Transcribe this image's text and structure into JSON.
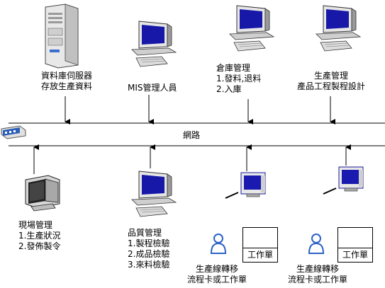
{
  "network": {
    "label": "網路"
  },
  "nodes": {
    "db_server": {
      "lines": [
        "資料庫伺服器",
        "存放生產資料"
      ]
    },
    "mis": {
      "lines": [
        "MIS管理人員"
      ]
    },
    "warehouse": {
      "lines": [
        "倉庫管理",
        "1.發料,退料",
        "2.入庫"
      ]
    },
    "production_mgmt": {
      "lines": [
        "生產管理",
        "產品工程製程設計"
      ]
    },
    "site_mgmt": {
      "lines": [
        "現場管理",
        "1.生產狀況",
        "2.發佈製令"
      ]
    },
    "quality": {
      "lines": [
        "品質管理",
        "1.製程檢驗",
        "2.成品檢驗",
        "3.來料檢驗"
      ]
    },
    "line_transfer_1": {
      "lines": [
        "生產線轉移",
        "流程卡或工作單"
      ],
      "doc_label": "工作單"
    },
    "line_transfer_2": {
      "lines": [
        "生產線轉移",
        "流程卡或工作單"
      ],
      "doc_label": "工作單"
    }
  },
  "icons": {
    "server": "server-icon",
    "desktop": "desktop-computer-icon",
    "crt": "crt-monitor-icon",
    "hub": "network-hub-icon",
    "person": "person-icon",
    "document": "document-icon"
  },
  "colors": {
    "line": "#000000",
    "monitor_body": "#d4d4d4",
    "screen": "#0000b0",
    "person": "#2b63c6"
  }
}
